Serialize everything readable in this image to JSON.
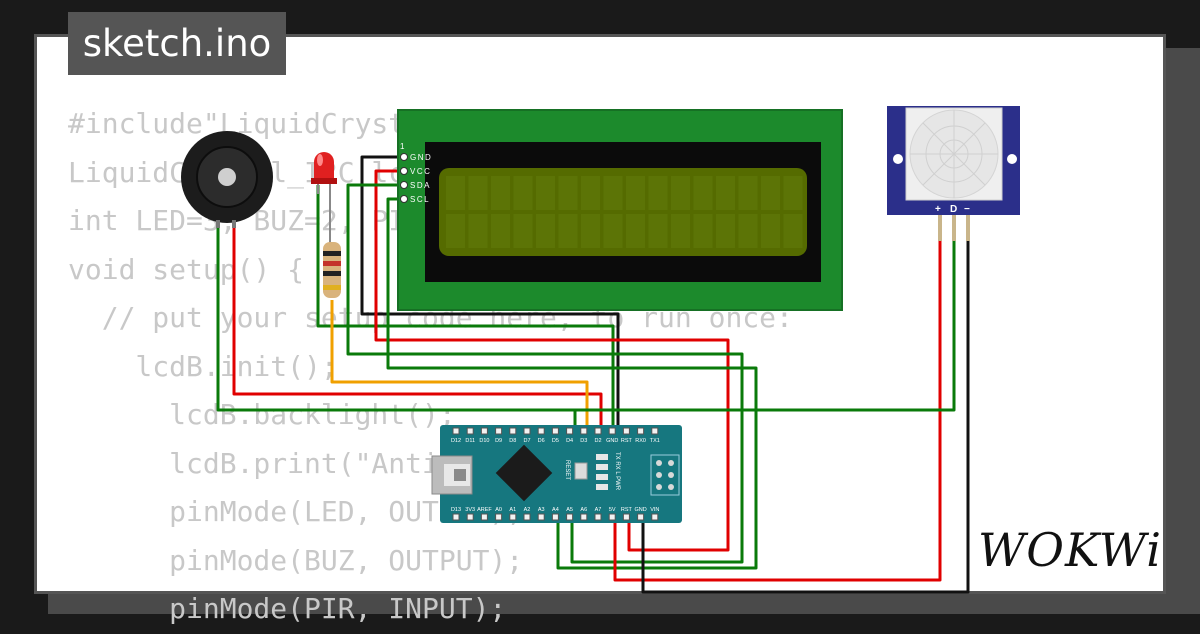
{
  "tab": {
    "filename": "sketch.ino"
  },
  "code_lines": [
    "#include\"LiquidCrystal_I2C.h\"",
    "LiquidCrystal_I2C lcdB(0x27, 16, 2);",
    "int LED=3, BUZ=2, PIR=A7;",
    "void setup() {",
    "  // put your setup code here, to run once:",
    "    lcdB.init();",
    "      lcdB.backlight();",
    "      lcdB.print(\"Anti-Theft\");",
    "      pinMode(LED, OUTPUT);",
    "      pinMode(BUZ, OUTPUT);",
    "      pinMode(PIR, INPUT);"
  ],
  "lcd": {
    "pin_1": "1",
    "pins": [
      "GND",
      "VCC",
      "SDA",
      "SCL"
    ]
  },
  "pir": {
    "pins": [
      "+",
      "D",
      "−"
    ]
  },
  "nano": {
    "top_pins": [
      "D12",
      "D11",
      "D10",
      "D9",
      "D8",
      "D7",
      "D6",
      "D5",
      "D4",
      "D3",
      "D2",
      "GND",
      "RST",
      "RX0",
      "TX1"
    ],
    "bottom_pins": [
      "D13",
      "3V3",
      "AREF",
      "A0",
      "A1",
      "A2",
      "A3",
      "A4",
      "A5",
      "A6",
      "A7",
      "5V",
      "RST",
      "GND",
      "VIN"
    ],
    "reset_label": "RESET",
    "led_labels": "TX RX L PWR"
  },
  "brand": {
    "logo": "WOKWi"
  },
  "colors": {
    "background": "#1a1a1a",
    "card": "#ffffff",
    "tab": "#555555",
    "code": "#c8c8c8",
    "lcd_board": "#1c8a2c",
    "lcd_screen": "#556b00",
    "pir_board": "#2b2f8a",
    "nano_board": "#16777f",
    "wire_red": "#e00000",
    "wire_green": "#0a7a0a",
    "wire_black": "#111111",
    "wire_orange": "#f0a000"
  },
  "icons": {
    "buzzer": "buzzer-icon",
    "led": "led-red-icon",
    "resistor": "resistor-icon",
    "usb": "mini-usb-icon"
  }
}
